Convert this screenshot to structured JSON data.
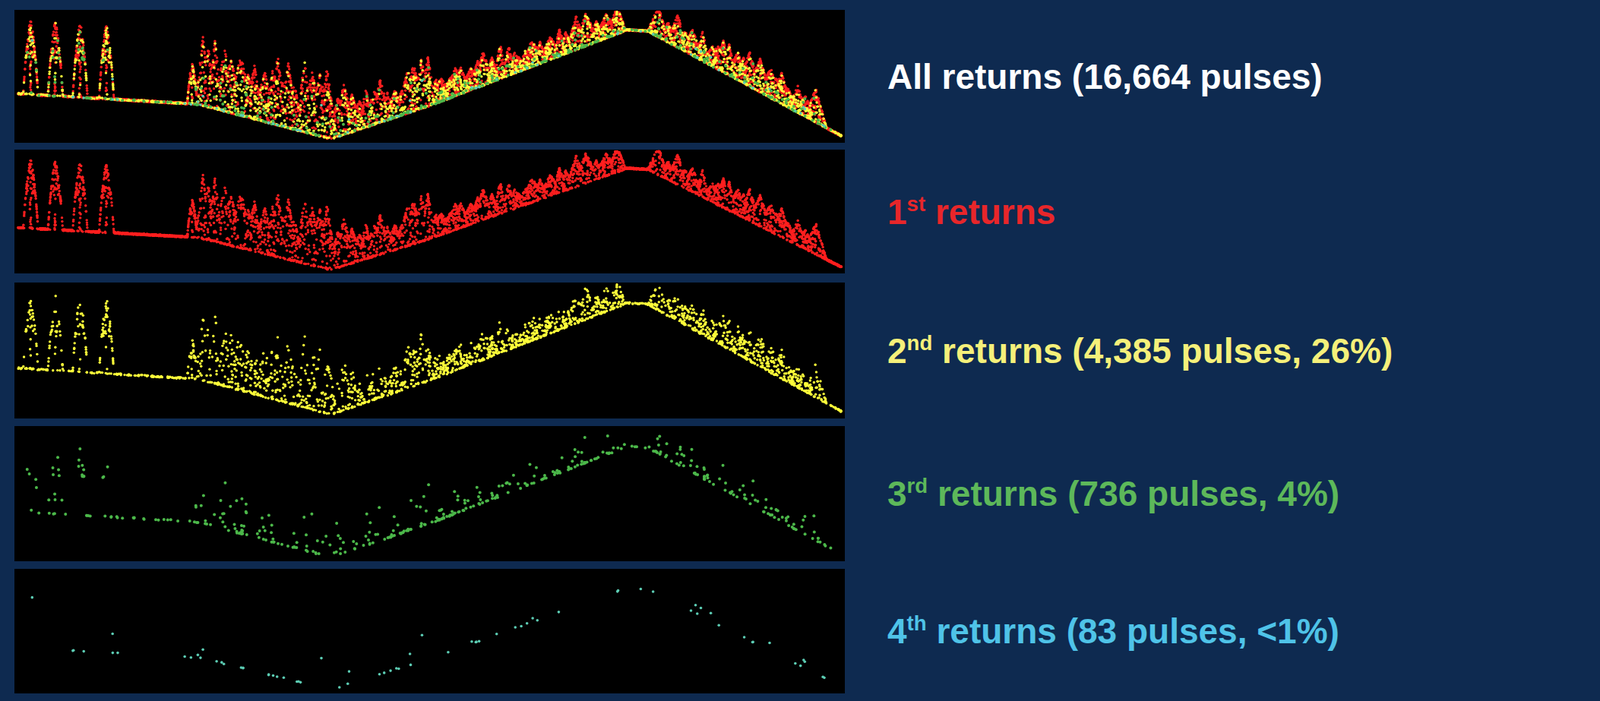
{
  "diagram": {
    "labels": [
      "All returns (16,664 pulses)",
      "1st returns",
      "2nd returns (4,385 pulses, 26%)",
      "3rd returns (736 pulses, 4%)",
      "4th returns (83 pulses, <1%)"
    ]
  }
}
